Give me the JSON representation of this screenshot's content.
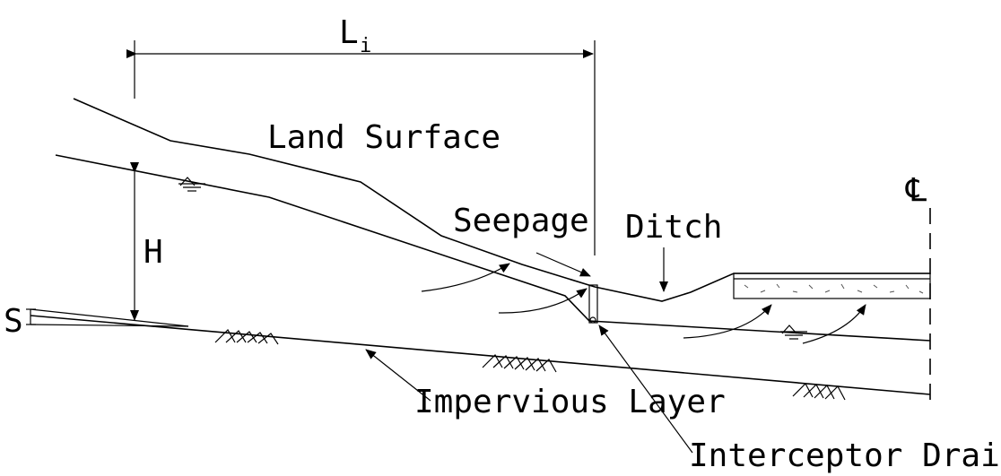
{
  "labels": {
    "length": "L",
    "length_sub": "i",
    "land_surface": "Land Surface",
    "seepage": "Seepage",
    "ditch": "Ditch",
    "height": "H",
    "slope": "S",
    "impervious_layer": "Impervious Layer",
    "interceptor_drain": "Interceptor Drain",
    "centerline": "℄"
  }
}
